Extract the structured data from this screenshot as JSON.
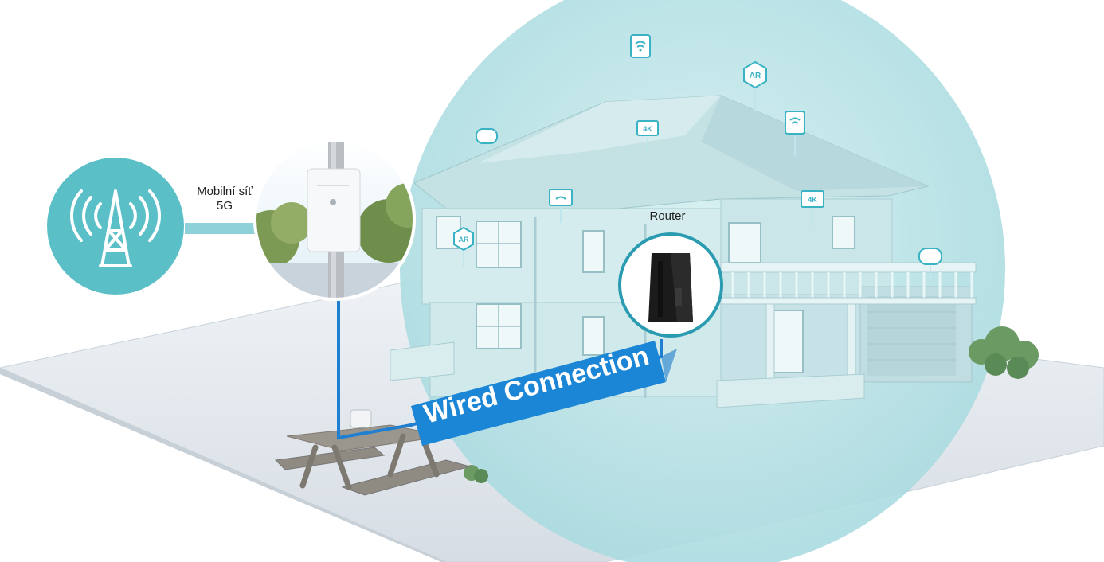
{
  "labels": {
    "mobile_network": "Mobilní síť",
    "mobile_generation": "5G",
    "router": "Router",
    "wired_connection": "Wired Connection",
    "device_4k": "4K",
    "device_ar": "AR"
  },
  "colors": {
    "coverage_bubble": "#bfe6e8",
    "cell_tower_circle": "#5bbfc7",
    "wired_cable": "#1f7fd1",
    "wired_banner": "#1c86d6",
    "house_wall": "#cfe9ec",
    "ground": "#dfe6ec",
    "router_body": "#1b1b1b"
  },
  "icons": {
    "cell_tower": "cell-tower-icon",
    "outdoor_unit": "outdoor-cpe-device",
    "router": "router-device",
    "tablet": "tablet-wifi-icon",
    "monitor": "monitor-wifi-icon",
    "tv_4k": "tv-4k-icon",
    "ar": "ar-icon",
    "gamepad": "gamepad-icon"
  }
}
